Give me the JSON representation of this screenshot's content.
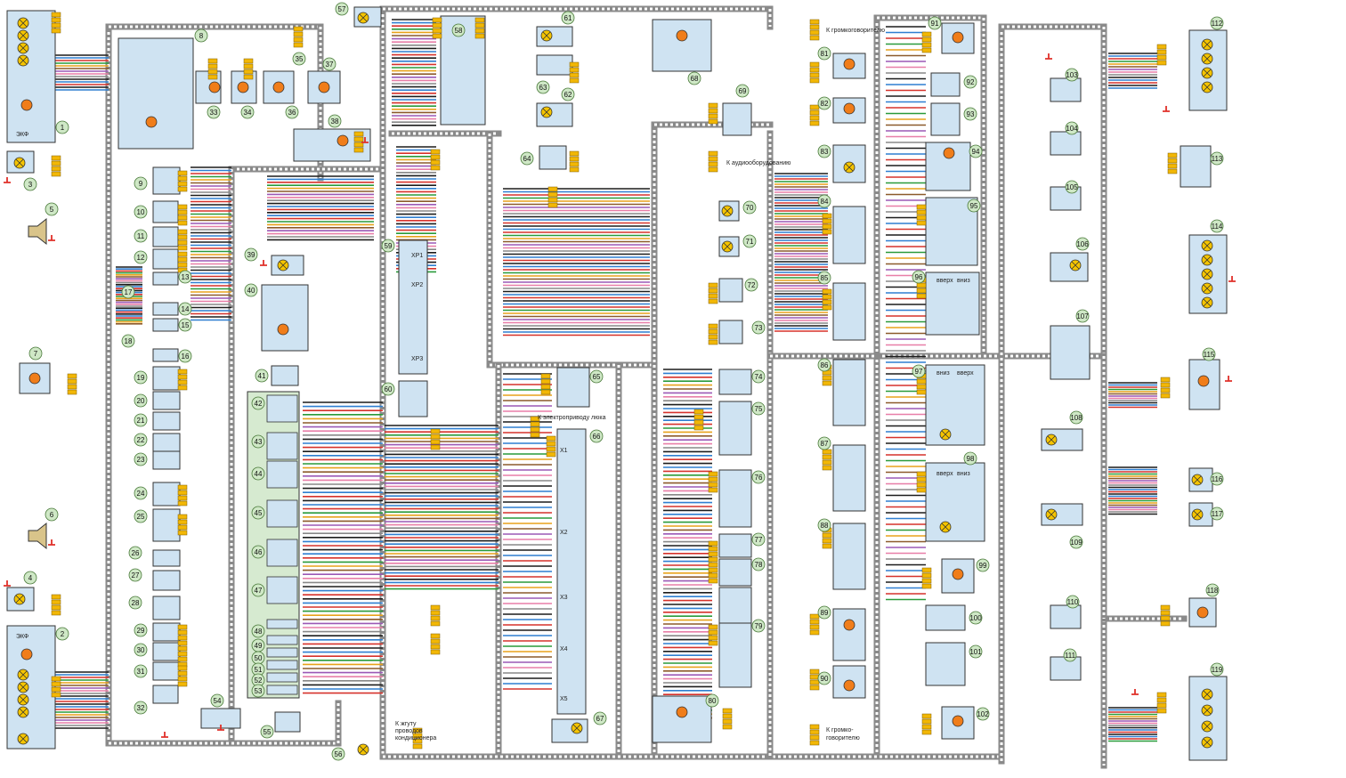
{
  "diagram": {
    "component_numbers": [
      "1",
      "2",
      "3",
      "4",
      "5",
      "6",
      "7",
      "8",
      "9",
      "10",
      "11",
      "12",
      "13",
      "14",
      "15",
      "16",
      "17",
      "18",
      "19",
      "20",
      "21",
      "22",
      "23",
      "24",
      "25",
      "26",
      "27",
      "28",
      "29",
      "30",
      "31",
      "32",
      "33",
      "34",
      "35",
      "36",
      "37",
      "38",
      "39",
      "40",
      "41",
      "42",
      "43",
      "44",
      "45",
      "46",
      "47",
      "48",
      "49",
      "50",
      "51",
      "52",
      "53",
      "54",
      "55",
      "56",
      "57",
      "58",
      "59",
      "60",
      "61",
      "62",
      "63",
      "64",
      "65",
      "66",
      "67",
      "68",
      "69",
      "70",
      "71",
      "72",
      "73",
      "74",
      "75",
      "76",
      "77",
      "78",
      "79",
      "80",
      "81",
      "82",
      "83",
      "84",
      "85",
      "86",
      "87",
      "88",
      "89",
      "90",
      "91",
      "92",
      "93",
      "94",
      "95",
      "96",
      "97",
      "98",
      "99",
      "100",
      "101",
      "102",
      "103",
      "104",
      "105",
      "106",
      "107",
      "108",
      "109",
      "110",
      "111",
      "112",
      "113",
      "114",
      "115",
      "116",
      "117",
      "118",
      "119"
    ],
    "labels": {
      "ekf_top": "ЭКФ",
      "ekf_bottom": "ЭКФ",
      "to_speaker_top": "К громкоговорителю",
      "to_audio": "К аудиооборудованию",
      "to_hood_drive": "К электроприводу люка",
      "to_speaker_bottom_1": "К громко-",
      "to_speaker_bottom_2": "говорителю",
      "to_ac_wiring_1": "К жгуту",
      "to_ac_wiring_2": "проводов",
      "to_ac_wiring_3": "кондиционера",
      "xp1": "XP1",
      "xp2": "XP2",
      "xp3": "XP3",
      "x1": "X1",
      "x2": "X2",
      "x3": "X3",
      "x4": "X4",
      "x5": "X5",
      "up_a": "вверх",
      "down_a": "вниз",
      "up_b": "вверх",
      "down_b": "вниз",
      "up_c": "вверх",
      "down_c": "вниз"
    }
  },
  "colors": {
    "harness": "#8a8a8a",
    "component_fill": "#cfe3f2",
    "relay_block_fill": "#d6ead0",
    "connector": "#f2b705",
    "lamp": "#f5c400",
    "motor_core": "#f07d1a",
    "ground": "#e0302a"
  }
}
